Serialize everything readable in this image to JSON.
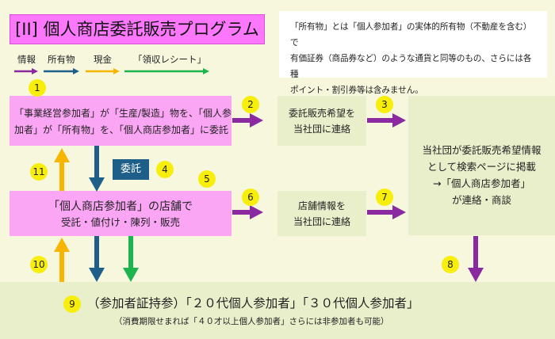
{
  "title": "[II] 個人商店委託販売プログラム",
  "note": {
    "line1": "「所有物」とは「個人参加者」の実体的所有物（不動産を含む）で",
    "line2": "有価証券（商品券など）のような通貨と同等のもの、さらには各種",
    "line3": "ポイント・割引券等は含みません。"
  },
  "legend": [
    {
      "label": "情報",
      "color": "#8b2aa0"
    },
    {
      "label": "所有物",
      "color": "#1e5f8a"
    },
    {
      "label": "現金",
      "color": "#f7b500"
    },
    {
      "label": "「領収レシート」",
      "color": "#1db34d"
    }
  ],
  "boxes": {
    "consign": {
      "line1": "「事業経営参加者」が「生産/製造」物を、「個人参",
      "line2": "加者」が「所有物」を、「個人商店参加者」に委託"
    },
    "request_box": {
      "line1": "委託販売希望を",
      "line2": "当社団に連絡"
    },
    "shop_box": {
      "line1": "「個人商店参加者」の店舗で",
      "line2": "受託・値付け・陳列・販売"
    },
    "shopinfo_box": {
      "line1": "店舗情報を",
      "line2": "当社団に連絡"
    },
    "right_box": {
      "line1": "当社団が委託販売希望情報",
      "line2": "として検索ページに掲載",
      "line3": "→「個人商店参加者」",
      "line4": "が連絡・商談"
    },
    "consign_label": "委託",
    "bottom": {
      "main": "（参加者証持参）「２０代個人参加者」「３０代個人参加者」",
      "sub": "（消費期限せまれば「４０才以上個人参加者」さらには非参加者も可能）"
    }
  },
  "badges": [
    "1",
    "2",
    "3",
    "4",
    "5",
    "6",
    "7",
    "8",
    "9",
    "10",
    "11"
  ]
}
